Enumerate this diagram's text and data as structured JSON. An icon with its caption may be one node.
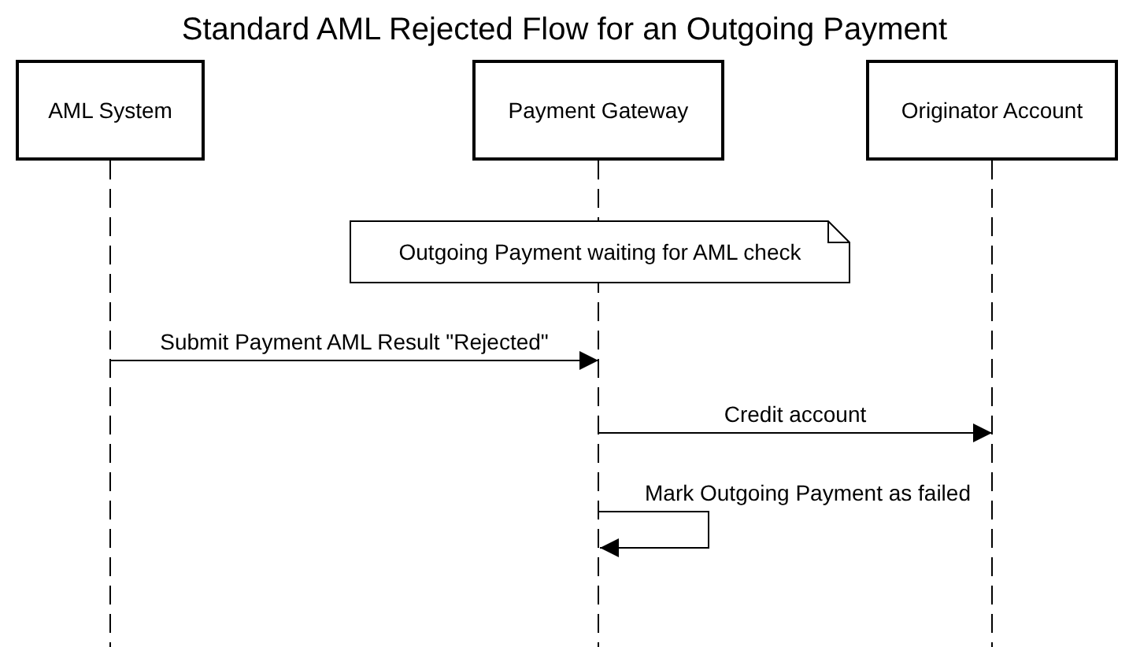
{
  "diagram": {
    "title": "Standard AML Rejected Flow for an Outgoing Payment",
    "nodes": [
      {
        "text": [
          "AML System"
        ]
      },
      {
        "text": [
          "Payment Gateway"
        ]
      },
      {
        "text": [
          "Originator Account"
        ]
      },
      {
        "text": [
          "Outgoing Payment waiting for AML check"
        ]
      }
    ],
    "edges": [
      {
        "from": 0,
        "to": 1,
        "arrow": "to",
        "label": "Submit Payment AML Result \"Rejected\""
      },
      {
        "from": 1,
        "to": 2,
        "arrow": "to",
        "label": "Credit account"
      },
      {
        "from": 1,
        "to": 1,
        "arrow": "to",
        "label": "Mark Outgoing Payment as failed"
      }
    ]
  }
}
